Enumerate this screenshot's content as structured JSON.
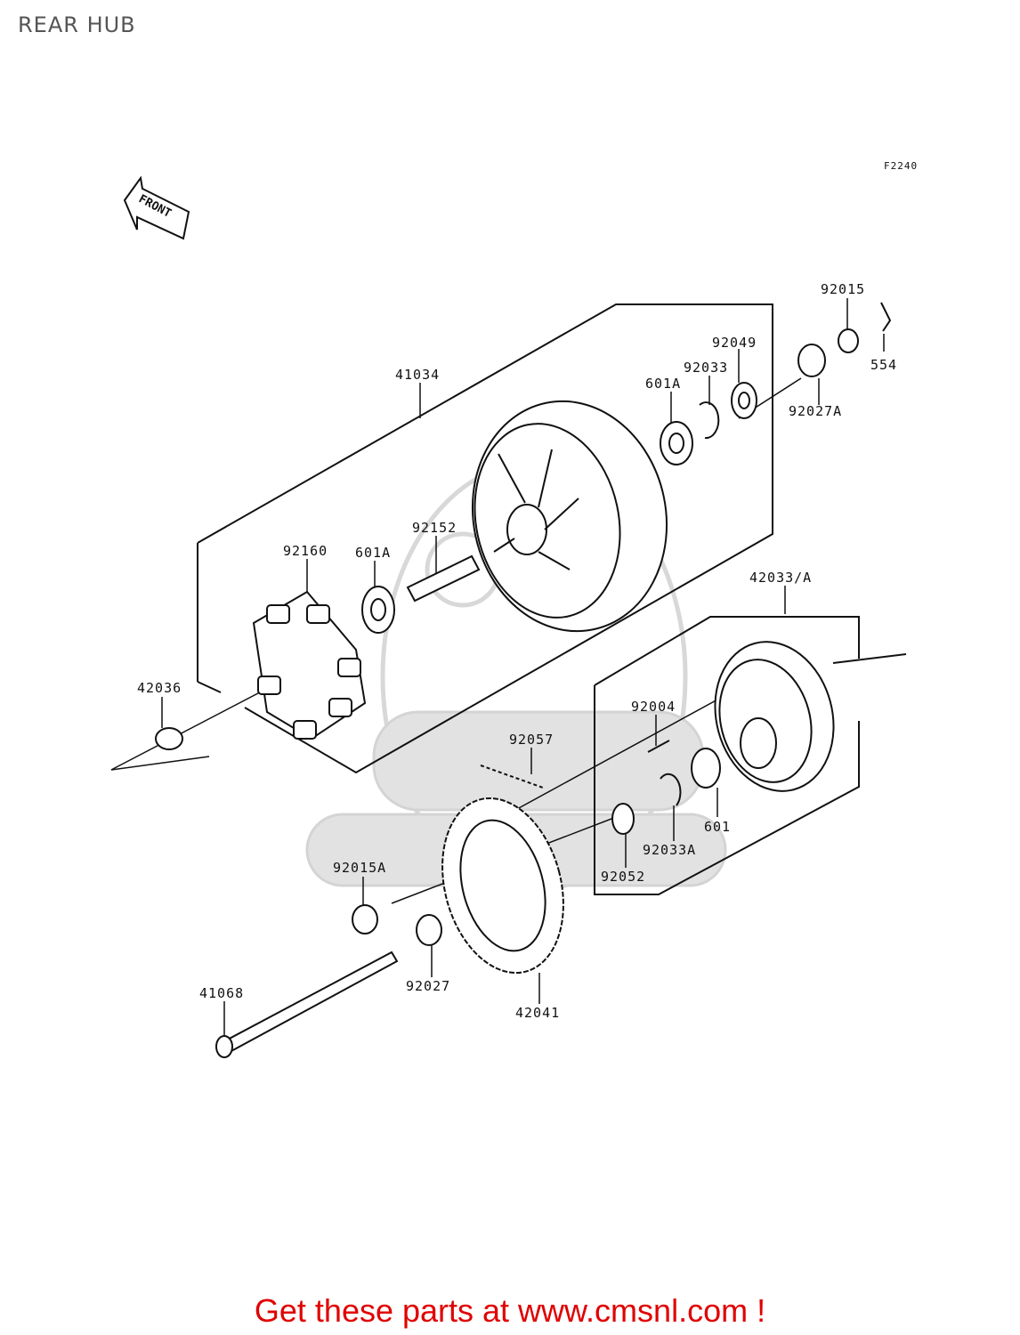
{
  "title": "REAR HUB",
  "figure_code": "F2240",
  "front_label": "FRONT",
  "promo_text": "Get these parts at www.cmsnl.com !",
  "parts": {
    "p41034": "41034",
    "p92015": "92015",
    "p554": "554",
    "p92049": "92049",
    "p92033": "92033",
    "p601A_top": "601A",
    "p92027A": "92027A",
    "p92152": "92152",
    "p92160": "92160",
    "p601A": "601A",
    "p42033A": "42033/A",
    "p42036": "42036",
    "p92004": "92004",
    "p92057": "92057",
    "p601": "601",
    "p92033A": "92033A",
    "p92052": "92052",
    "p92015A": "92015A",
    "p41068": "41068",
    "p92027": "92027",
    "p42041": "42041"
  },
  "colors": {
    "promo": "#e00000",
    "title": "#555555",
    "lines": "#111111"
  }
}
